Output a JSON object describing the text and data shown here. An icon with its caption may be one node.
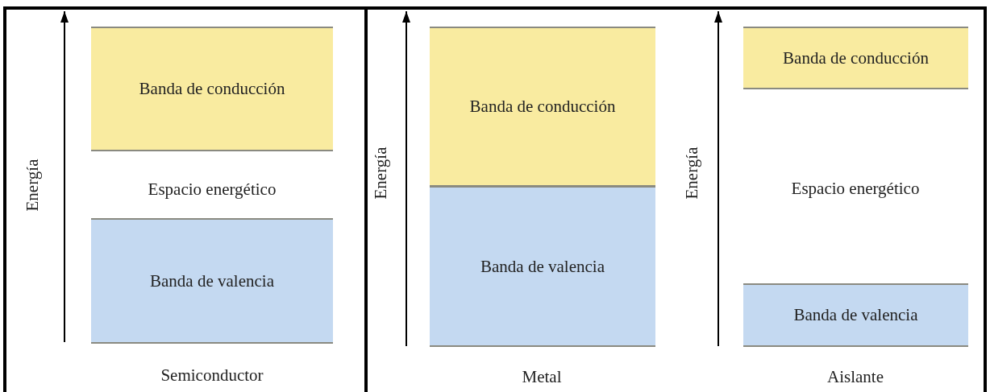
{
  "diagram": {
    "nodes": [
      {
        "text": [
          "Banda de conducción"
        ]
      },
      {
        "text": [
          "Banda de valencia"
        ]
      },
      {
        "text": [
          "Banda de conducción"
        ]
      },
      {
        "text": [
          "Banda de valencia"
        ]
      },
      {
        "text": [
          "Banda de conducción"
        ]
      },
      {
        "text": [
          "Banda de valencia"
        ]
      }
    ],
    "labels": [
      "Energía",
      "Espacio energético",
      "Semiconductor",
      "Energía",
      "Metal",
      "Energía",
      "Espacio energético",
      "Aislante"
    ]
  }
}
